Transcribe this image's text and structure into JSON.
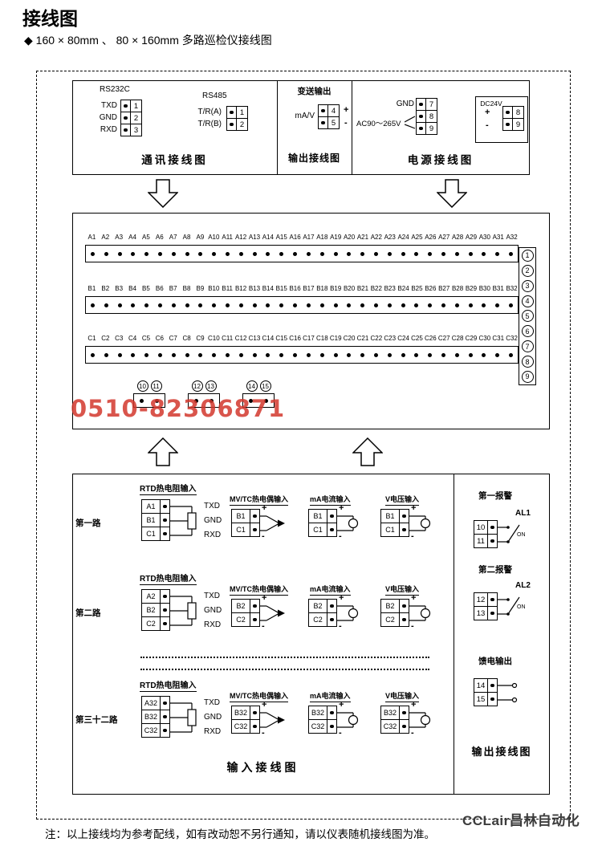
{
  "page": {
    "title": "接线图",
    "subtitle": "◆ 160 × 80mm 、 80 × 160mm 多路巡检仪接线图",
    "note": "注：以上接线均为参考配线，如有改动恕不另行通知，请以仪表随机接线图为准。",
    "watermark_phone": "0510-82306871",
    "watermark_brand": "CCLair昌林自动化",
    "accent_red": "#d23b2f"
  },
  "comm": {
    "caption": "通讯接线图",
    "rs232c": {
      "label": "RS232C",
      "rows": [
        {
          "name": "TXD",
          "num": "1"
        },
        {
          "name": "GND",
          "num": "2"
        },
        {
          "name": "RXD",
          "num": "3"
        }
      ]
    },
    "rs485": {
      "label": "RS485",
      "rows": [
        {
          "name": "T/R(A)",
          "num": "1"
        },
        {
          "name": "T/R(B)",
          "num": "2"
        }
      ]
    }
  },
  "transmit": {
    "caption": "输出接线图",
    "title": "变送输出",
    "signal": "mA/V",
    "plus": "+",
    "minus": "-",
    "rows": [
      {
        "num": "4"
      },
      {
        "num": "5"
      }
    ]
  },
  "power": {
    "caption": "电源接线图",
    "gnd_label": "GND",
    "ac_label": "AC90～265V",
    "rows": [
      {
        "num": "7"
      },
      {
        "num": "8"
      },
      {
        "num": "9"
      }
    ],
    "dc": {
      "label": "DC24V",
      "plus": "+",
      "minus": "-",
      "rows": [
        {
          "num": "8"
        },
        {
          "num": "9"
        }
      ]
    }
  },
  "terminal_board": {
    "rows": [
      {
        "prefix": "A",
        "count": 32
      },
      {
        "prefix": "B",
        "count": 32
      },
      {
        "prefix": "C",
        "count": 32
      }
    ],
    "side_terminals": [
      "1",
      "2",
      "3",
      "4",
      "5",
      "6",
      "7",
      "8",
      "9"
    ],
    "bottom_blocks": [
      [
        "10",
        "11"
      ],
      [
        "12",
        "13"
      ],
      [
        "14",
        "15"
      ]
    ]
  },
  "input_section": {
    "caption": "输入接线图",
    "headers": {
      "rtd": "RTD热电阻输入",
      "tc": "MV/TC热电偶输入",
      "ma": "mA电流输入",
      "v": "V电压输入"
    },
    "rtd_wire_labels": [
      "TXD",
      "GND",
      "RXD"
    ],
    "plus": "+",
    "minus": "-",
    "channels": [
      {
        "label": "第一路",
        "a": "A1",
        "b": "B1",
        "c": "C1"
      },
      {
        "label": "第二路",
        "a": "A2",
        "b": "B2",
        "c": "C2"
      },
      {
        "label": "第三十二路",
        "a": "A32",
        "b": "B32",
        "c": "C32"
      }
    ]
  },
  "output_section": {
    "caption": "输出接线图",
    "alarms": [
      {
        "title": "第一报警",
        "tag": "AL1",
        "contact": "ON",
        "terms": [
          "10",
          "11"
        ]
      },
      {
        "title": "第二报警",
        "tag": "AL2",
        "contact": "ON",
        "terms": [
          "12",
          "13"
        ]
      }
    ],
    "feed": {
      "title": "馈电输出",
      "terms": [
        "14",
        "15"
      ]
    }
  }
}
